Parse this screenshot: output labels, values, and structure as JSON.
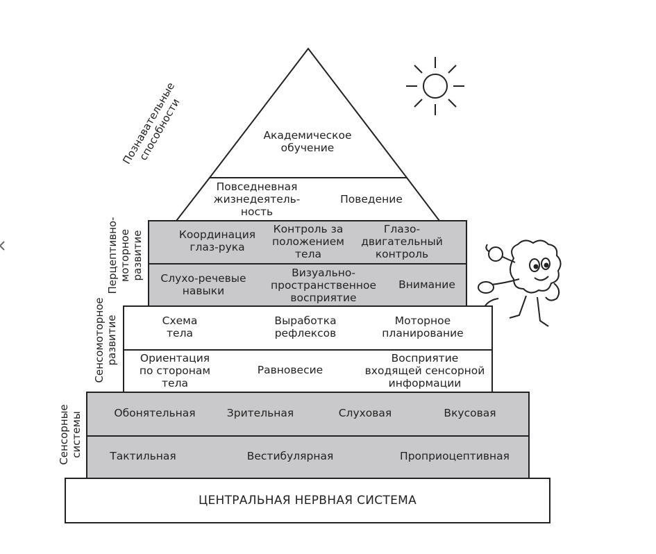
{
  "colors": {
    "gray_block": "#c9c9cb",
    "outline": "#222222",
    "background": "#ffffff"
  },
  "pyramid": {
    "top": {
      "academic": "Академическое\nобучение"
    },
    "level_cognitive": {
      "daily_living": "Повседневная\nжизнедеятель-\nность",
      "behavior": "Поведение"
    },
    "perceptual_upper": {
      "eye_hand": "Координация\nглаз-рука",
      "postural": "Контроль за\nположением\nтела",
      "oculomotor": "Глазо-\nдвигательный\nконтроль"
    },
    "perceptual_lower": {
      "auditory_language": "Слухо-речевые\nнавыки",
      "visual_spatial": "Визуально-\nпространственное\nвосприятие",
      "attention": "Внимание"
    },
    "sensorimotor_upper": {
      "body_scheme": "Схема\nтела",
      "reflexes": "Выработка\nрефлексов",
      "motor_planning": "Моторное\nпланирование"
    },
    "sensorimotor_lower": {
      "orientation": "Ориентация\nпо сторонам\nтела",
      "balance": "Равновесие",
      "sensory_perception": "Восприятие\nвходящей сенсорной\nинформации"
    },
    "sensory_upper": {
      "olfactory": "Обонятельная",
      "visual": "Зрительная",
      "auditory": "Слуховая",
      "gustatory": "Вкусовая"
    },
    "sensory_lower": {
      "tactile": "Тактильная",
      "vestibular": "Вестибулярная",
      "proprioceptive": "Проприоцептивная"
    },
    "base": {
      "cns": "ЦЕНТРАЛЬНАЯ НЕРВНАЯ СИСТЕМА"
    }
  },
  "side_labels": {
    "cognitive": "Познавательные\nспособности",
    "perceptual_motor": "Перцептивно-\nмоторное\nразвитие",
    "sensorimotor": "Сенсомоторное\nразвитие",
    "sensory": "Сенсорные\nсистемы"
  },
  "icons": {
    "sun": "sun-icon",
    "mascot": "brain-mascot-icon",
    "edge": "chevron-left-icon"
  }
}
